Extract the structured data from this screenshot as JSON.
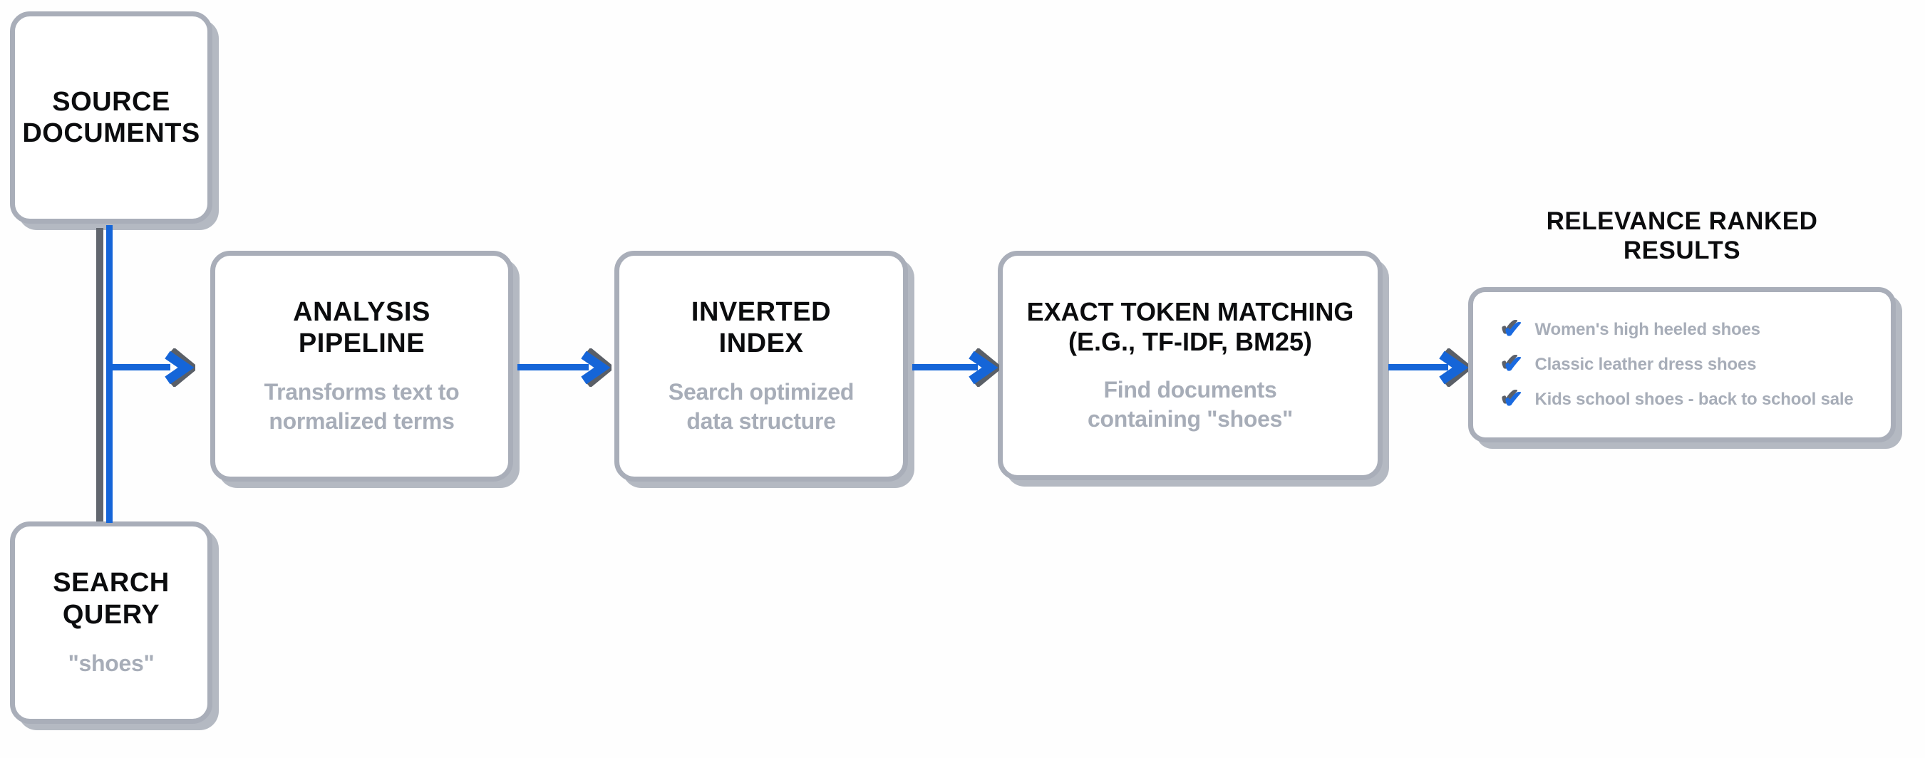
{
  "palette": {
    "accent_blue": "#1565d8",
    "box_border_gray": "#a9aeb9",
    "muted_text_gray": "#a7adb8",
    "title_black": "#0b0c0e",
    "shadow_gray": "#5a5f67"
  },
  "nodes": {
    "source_documents": {
      "title_lines": [
        "SOURCE",
        "DOCUMENTS"
      ]
    },
    "search_query": {
      "title_lines": [
        "SEARCH",
        "QUERY"
      ],
      "subtitle_lines": [
        "\"shoes\""
      ]
    },
    "analysis_pipeline": {
      "title_lines": [
        "ANALYSIS",
        "PIPELINE"
      ],
      "subtitle_lines": [
        "Transforms text to",
        "normalized terms"
      ]
    },
    "inverted_index": {
      "title_lines": [
        "INVERTED",
        "INDEX"
      ],
      "subtitle_lines": [
        "Search optimized",
        "data structure"
      ]
    },
    "exact_token_matching": {
      "title_lines": [
        "EXACT TOKEN MATCHING",
        "(E.G., TF-IDF, BM25)"
      ],
      "subtitle_lines": [
        "Find documents",
        "containing \"shoes\""
      ]
    }
  },
  "results": {
    "title_lines": [
      "RELEVANCE RANKED",
      "RESULTS"
    ],
    "check_icon": "✔",
    "items": [
      "Women's high heeled shoes",
      "Classic leather dress shoes",
      "Kids school shoes - back to school sale"
    ]
  }
}
